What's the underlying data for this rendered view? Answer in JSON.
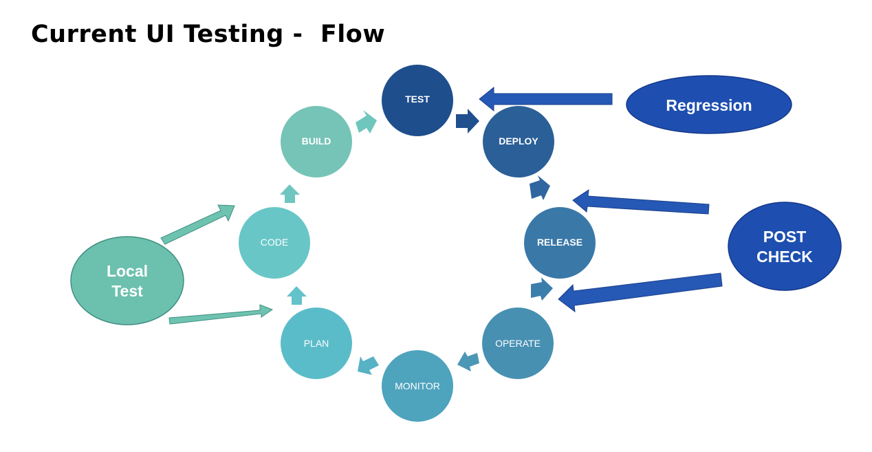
{
  "title": "Current UI Testing -  Flow",
  "cycle": {
    "test": "TEST",
    "deploy": "DEPLOY",
    "release": "RELEASE",
    "operate": "OPERATE",
    "monitor": "MONITOR",
    "plan": "PLAN",
    "code": "CODE",
    "build": "BUILD"
  },
  "external": {
    "regression": "Regression",
    "post_check_line1": "POST",
    "post_check_line2": "CHECK",
    "local_test_line1": "Local",
    "local_test_line2": "Test"
  },
  "colors": {
    "test": "#1f4e8c",
    "deploy": "#2b5f97",
    "release": "#3a78a8",
    "operate": "#4790b2",
    "monitor": "#4ea3bd",
    "plan": "#5bbcc9",
    "code": "#69c6c6",
    "build": "#76c3b7",
    "external_blue": "#1e4fb0",
    "local_test": "#6cc0ae"
  }
}
